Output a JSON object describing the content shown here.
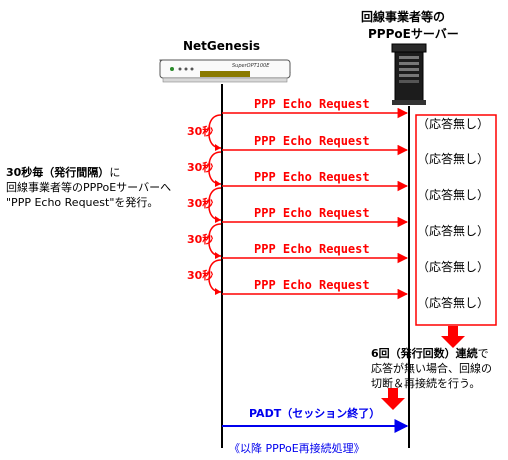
{
  "router": {
    "name": "NetGenesis",
    "label_tag": "SuperOPT100E"
  },
  "server": {
    "title_line1": "回線事業者等の",
    "title_line2": "PPPoEサーバー"
  },
  "requests": [
    {
      "label": "PPP Echo Request",
      "response": "（応答無し）"
    },
    {
      "label": "PPP Echo Request",
      "response": "（応答無し）"
    },
    {
      "label": "PPP Echo Request",
      "response": "（応答無し）"
    },
    {
      "label": "PPP Echo Request",
      "response": "（応答無し）"
    },
    {
      "label": "PPP Echo Request",
      "response": "（応答無し）"
    },
    {
      "label": "PPP Echo Request",
      "response": "（応答無し）"
    }
  ],
  "intervals": [
    "30秒",
    "30秒",
    "30秒",
    "30秒",
    "30秒"
  ],
  "left_note": {
    "bold": "30秒毎（発行間隔）",
    "rest1": "に",
    "line2": "回線事業者等のPPPoEサーバーへ",
    "line3": "\"PPP Echo Request\"を発行。"
  },
  "right_note": {
    "bold": "6回（発行回数）連続",
    "rest1": "で",
    "line2": "応答が無い場合、回線の",
    "line3": "切断＆再接続を行う。"
  },
  "padt": {
    "label": "PADT（セッション終了）"
  },
  "final_note": "《以降 PPPoE再接続処理》",
  "colors": {
    "red": "#ff0000",
    "blue": "#0000ee",
    "line": "#000000"
  }
}
